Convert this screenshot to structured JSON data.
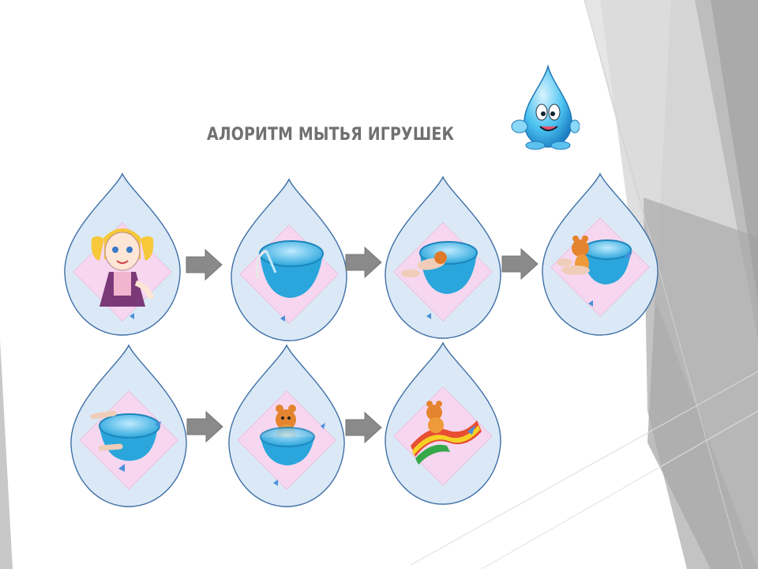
{
  "slide": {
    "title": "АЛОРИТМ МЫТЬЯ ИГРУШЕК",
    "mascot_icon": "water-drop-mascot-icon",
    "colors": {
      "drop_fill": "#dbe9f7",
      "drop_stroke": "#3f6fa5",
      "card_fill": "#f6d7ef",
      "basin": "#38b3e6",
      "arrow": "#8a8a8a",
      "title": "#707070",
      "background_shape": "#c9c9c9"
    }
  },
  "steps": [
    {
      "name": "step-1",
      "icon": "girl-washing-hands-icon"
    },
    {
      "name": "step-2",
      "icon": "basin-with-water-icon"
    },
    {
      "name": "step-3",
      "icon": "hands-washing-toy-in-basin-icon"
    },
    {
      "name": "step-4",
      "icon": "rinsing-toy-icon"
    },
    {
      "name": "step-5",
      "icon": "pouring-water-out-icon"
    },
    {
      "name": "step-6",
      "icon": "toy-in-basin-icon"
    },
    {
      "name": "step-7",
      "icon": "toy-drying-on-towel-icon"
    }
  ]
}
